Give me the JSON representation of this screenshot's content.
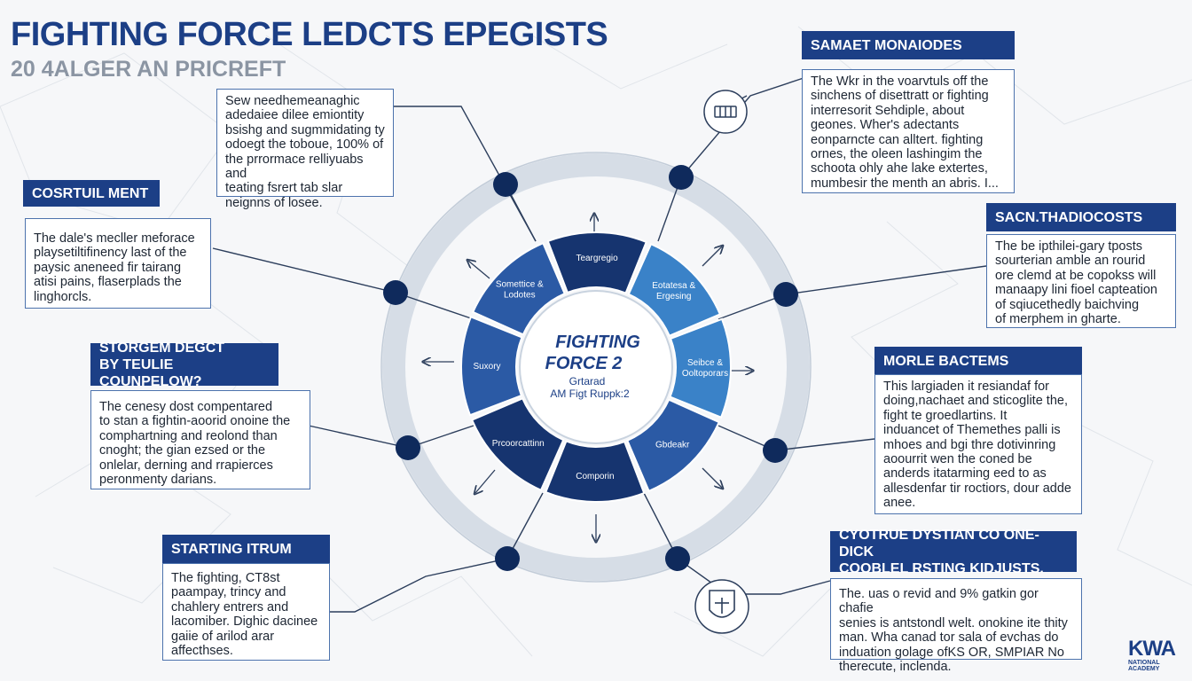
{
  "header": {
    "title": "FIGHTING FORCE LEDCTS EPEGISTS",
    "subtitle": "20 4ALGER AN PRICREFT"
  },
  "hub": {
    "title_line1": "FIGHTING",
    "title_line2": "FORCE 2",
    "sub_line1": "Grtarad",
    "sub_line2": "AM Figt Ruppk:2"
  },
  "segments": [
    {
      "label": "Teargregio"
    },
    {
      "label": "Eotatesa & Ergesing"
    },
    {
      "label": "Seibce & Ooltoporars"
    },
    {
      "label": "Gbdeakr"
    },
    {
      "label": "Comporin"
    },
    {
      "label": "Prcoorcattinn"
    },
    {
      "label": "Suxory"
    },
    {
      "label": "Somettice & Lodotes"
    }
  ],
  "panels": {
    "top_center": {
      "lines": [
        "Sew needhemeanaghic",
        "adedaiee dilee emiontity",
        "bsishg and sugmmidating ty",
        "odoegt the toboue, 100% of",
        "the prrormace relliyuabs and",
        "teating fsrert tab slar",
        "neignns of losee."
      ]
    },
    "left_top": {
      "label": "COSRTUIL MENT",
      "lines": [
        "The dale's mecller meforace",
        "playsetiltifinency last of the",
        "paysic aneneed fir tairang",
        "atisi pains,  flaserplads the",
        "linghorcls."
      ]
    },
    "left_mid": {
      "label_line1": "STORGEM DEGCT",
      "label_line2": "BY TEULIE COUNPELOW?",
      "lines": [
        "The cenesy dost compentared",
        "to stan a fightin-aoorid onoine the",
        "comphartning and reolond than",
        "cnoght; the gian ezsed or the",
        "onlelar, derning and rrapierces",
        "peronmenty darians."
      ]
    },
    "left_bottom": {
      "label": "STARTING ITRUM",
      "lines": [
        "The fighting, CT8st",
        "paampay, trincy and",
        "chahlery entrers and",
        "lacomiber. Dighic dacinee",
        "gaiie of arilod arar",
        "affecthses."
      ]
    },
    "right_top": {
      "label": "SAMAET MONAIODES",
      "lines": [
        "The Wkr in the voarvtuls off the",
        "sinchens of disettratt or fighting",
        "interresorit Sehdiple, about",
        "geones. Wher's adectants",
        "eonparncte can alltert. fighting",
        "ornes, the oleen lashingim the",
        "schoota ohly ahe lake extertes,",
        "mumbesir the menth an abris. I..."
      ]
    },
    "right_upper_mid": {
      "label": "SACN.THADIOCOSTS",
      "lines": [
        "The be ipthilei-gary tposts",
        "sourterian amble an rourid",
        "ore clemd at be copokss will",
        "manaapy lini fioel capteation",
        "of sqiucethedly baichving",
        "of merphem in gharte."
      ]
    },
    "right_mid": {
      "label": "MORLE BACTEMS",
      "lines": [
        "This largiaden it resiandaf for",
        "doing,nachaet and sticoglite the,",
        "fight te groedlartins. It",
        "induancet of Themethes palli is",
        "mhoes and bgi thre dotivinring",
        "aoourrit wen the coned be",
        "anderds itatarming eed to as",
        "allesdenfar tir roctiors, dour adde",
        "anee."
      ]
    },
    "right_bottom": {
      "label_line1": "CYOTRUE DYSTIAN CO ONE-DICK",
      "label_line2": "COOBLEL RSTING KIDJUSTS.",
      "lines": [
        "The. uas o revid and 9% gatkin gor chafie",
        "senies is antstondl welt. onokine  ite thity",
        "man. Wha canad tor sala of evchas do",
        "induation golage  ofKS OR, SMPIAR No",
        "therecute,  inclenda."
      ]
    }
  },
  "logo": {
    "text": "KWA",
    "sub": "NATIONAL ACADEMY"
  },
  "colors": {
    "navy": "#1c3f86",
    "dark_navy": "#16346f",
    "mid_blue": "#2b5aa5",
    "light_blue": "#3a82c8",
    "ring_gray": "#d6dde6",
    "node_navy": "#0f2a5c"
  }
}
